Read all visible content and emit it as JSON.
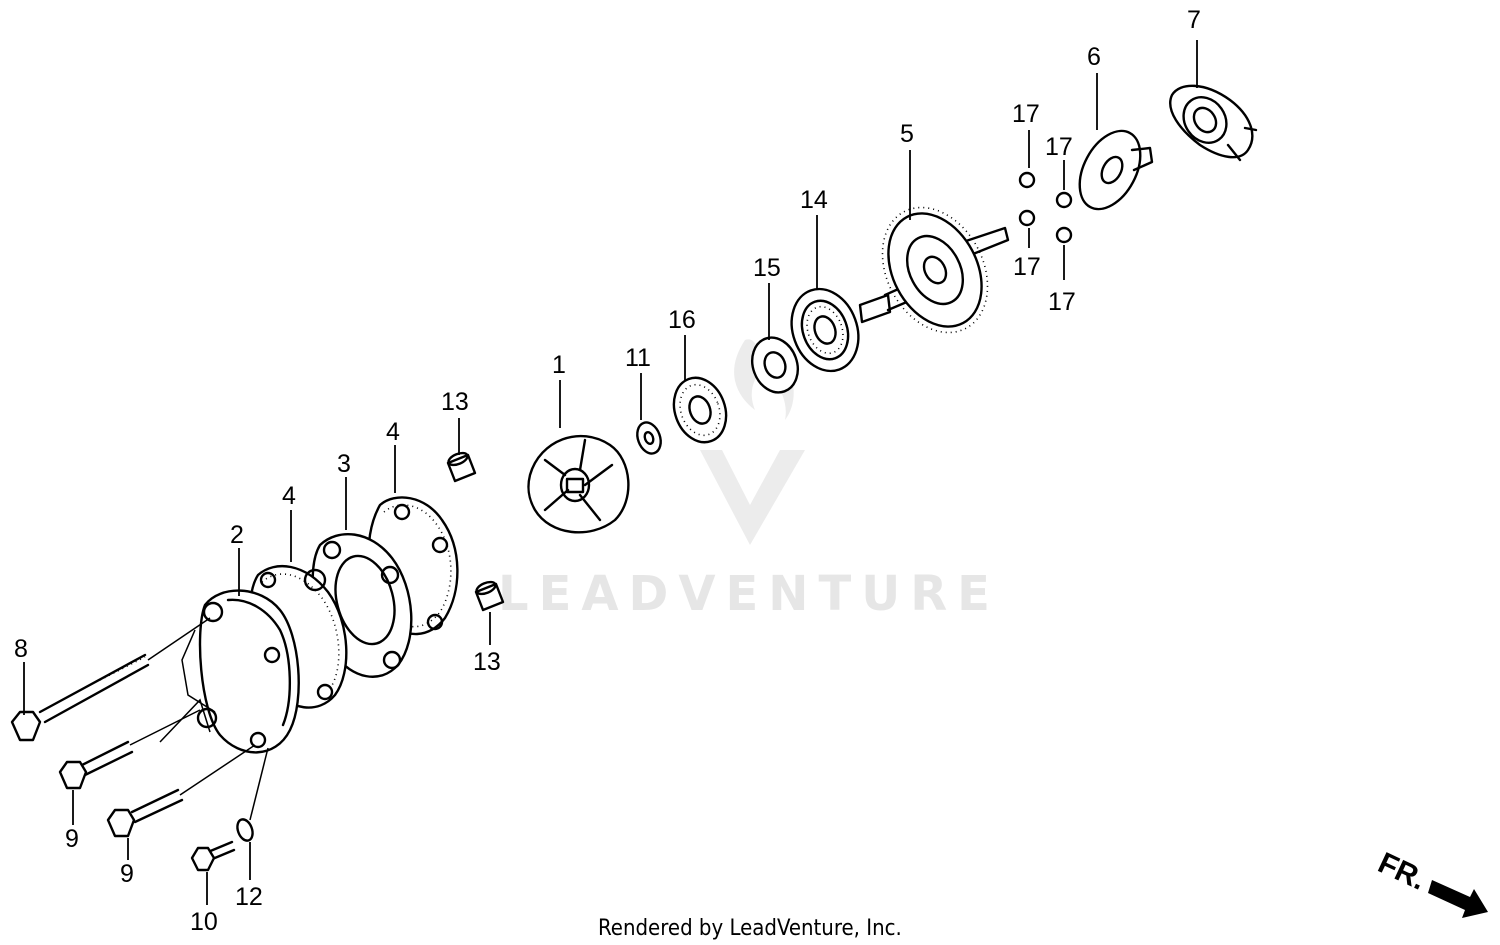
{
  "diagram": {
    "watermark": "LEADVENTURE",
    "credit": "Rendered by LeadVenture, Inc.",
    "direction_label": "FR.",
    "callouts": [
      {
        "id": "c1",
        "label": "1"
      },
      {
        "id": "c2",
        "label": "2"
      },
      {
        "id": "c3",
        "label": "3"
      },
      {
        "id": "c4a",
        "label": "4"
      },
      {
        "id": "c4b",
        "label": "4"
      },
      {
        "id": "c5",
        "label": "5"
      },
      {
        "id": "c6",
        "label": "6"
      },
      {
        "id": "c7",
        "label": "7"
      },
      {
        "id": "c8",
        "label": "8"
      },
      {
        "id": "c9a",
        "label": "9"
      },
      {
        "id": "c9b",
        "label": "9"
      },
      {
        "id": "c10",
        "label": "10"
      },
      {
        "id": "c11",
        "label": "11"
      },
      {
        "id": "c12",
        "label": "12"
      },
      {
        "id": "c13a",
        "label": "13"
      },
      {
        "id": "c13b",
        "label": "13"
      },
      {
        "id": "c14",
        "label": "14"
      },
      {
        "id": "c15",
        "label": "15"
      },
      {
        "id": "c16",
        "label": "16"
      },
      {
        "id": "c17a",
        "label": "17"
      },
      {
        "id": "c17b",
        "label": "17"
      },
      {
        "id": "c17c",
        "label": "17"
      },
      {
        "id": "c17d",
        "label": "17"
      }
    ]
  }
}
